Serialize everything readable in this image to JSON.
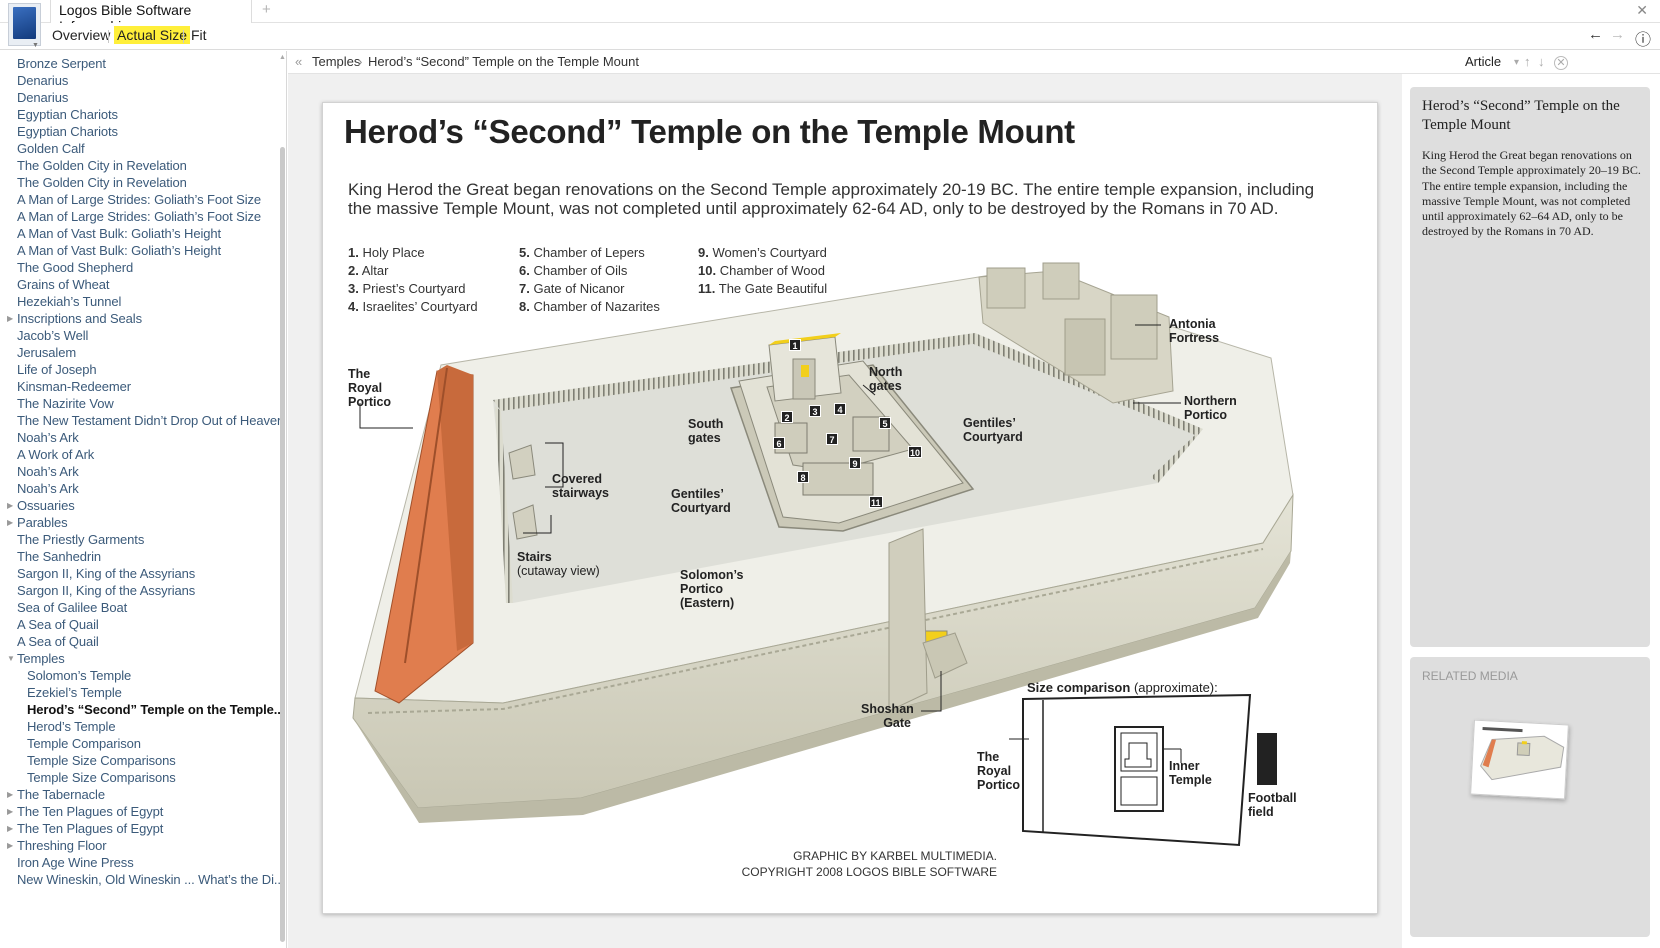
{
  "window": {
    "tab_title": "Logos Bible Software Infographics",
    "new_tab": "+",
    "close": "✕"
  },
  "menu": {
    "overview": "Overview",
    "actual_size": "Actual Size",
    "fit": "Fit",
    "back_icon": "←",
    "forward_icon": "→",
    "info_icon": "ⓘ"
  },
  "sidebar": {
    "items": [
      {
        "label": "Bronze Serpent"
      },
      {
        "label": "Denarius"
      },
      {
        "label": "Denarius"
      },
      {
        "label": "Egyptian Chariots"
      },
      {
        "label": "Egyptian Chariots"
      },
      {
        "label": "Golden Calf"
      },
      {
        "label": "The Golden City in Revelation"
      },
      {
        "label": "The Golden City in Revelation"
      },
      {
        "label": "A Man of Large Strides: Goliath’s Foot Size"
      },
      {
        "label": "A Man of Large Strides: Goliath’s Foot Size"
      },
      {
        "label": "A Man of Vast Bulk: Goliath’s Height"
      },
      {
        "label": "A Man of Vast Bulk: Goliath’s Height"
      },
      {
        "label": "The Good Shepherd"
      },
      {
        "label": "Grains of Wheat"
      },
      {
        "label": "Hezekiah’s Tunnel"
      },
      {
        "label": "Inscriptions and Seals"
      },
      {
        "label": "Jacob’s Well"
      },
      {
        "label": "Jerusalem"
      },
      {
        "label": "Life of Joseph"
      },
      {
        "label": "Kinsman-Redeemer"
      },
      {
        "label": "The Nazirite Vow"
      },
      {
        "label": "The New Testament Didn’t Drop Out of Heaven"
      },
      {
        "label": "Noah’s Ark"
      },
      {
        "label": "A Work of Ark"
      },
      {
        "label": "Noah’s Ark"
      },
      {
        "label": "Noah’s Ark"
      },
      {
        "label": "Ossuaries"
      },
      {
        "label": "Parables"
      },
      {
        "label": "The Priestly Garments"
      },
      {
        "label": "The Sanhedrin"
      },
      {
        "label": "Sargon II, King of the Assyrians"
      },
      {
        "label": "Sargon II, King of the Assyrians"
      },
      {
        "label": "Sea of Galilee Boat"
      },
      {
        "label": "A Sea of Quail"
      },
      {
        "label": "A Sea of Quail"
      },
      {
        "label": "Temples"
      },
      {
        "label": "Solomon’s Temple"
      },
      {
        "label": "Ezekiel’s Temple"
      },
      {
        "label": "Herod’s “Second” Temple on the Temple..."
      },
      {
        "label": "Herod’s Temple"
      },
      {
        "label": "Temple Comparison"
      },
      {
        "label": "Temple Size Comparisons"
      },
      {
        "label": "Temple Size Comparisons"
      },
      {
        "label": "The Tabernacle"
      },
      {
        "label": "The Ten Plagues of Egypt"
      },
      {
        "label": "The Ten Plagues of Egypt"
      },
      {
        "label": "Threshing Floor"
      },
      {
        "label": "Iron Age Wine Press"
      },
      {
        "label": "New Wineskin, Old Wineskin ... What’s the Di..."
      }
    ]
  },
  "breadcrumb": {
    "collapse_icon": "«",
    "parent": "Temples",
    "sep": "›",
    "current": "Herod’s “Second” Temple on the Temple Mount",
    "article": "Article",
    "dropdown_icon": "▾",
    "up_icon": "↑",
    "down_icon": "↓",
    "close_icon": "✕"
  },
  "infographic": {
    "title": "Herod’s “Second” Temple on the Temple Mount",
    "intro": "King Herod the Great began renovations on the Second Temple approximately 20-19 BC. The entire temple expansion, including the massive Temple Mount, was not completed until approximately 62-64 AD, only to be destroyed by the Romans in 70 AD.",
    "legend": [
      {
        "n": "1.",
        "t": "Holy Place"
      },
      {
        "n": "2.",
        "t": "Altar"
      },
      {
        "n": "3.",
        "t": "Priest’s Courtyard"
      },
      {
        "n": "4.",
        "t": "Israelites’ Courtyard"
      },
      {
        "n": "5.",
        "t": "Chamber of Lepers"
      },
      {
        "n": "6.",
        "t": "Chamber of Oils"
      },
      {
        "n": "7.",
        "t": "Gate of Nicanor"
      },
      {
        "n": "8.",
        "t": "Chamber of Nazarites"
      },
      {
        "n": "9.",
        "t": "Women’s Courtyard"
      },
      {
        "n": "10.",
        "t": "Chamber of Wood"
      },
      {
        "n": "11.",
        "t": "The Gate Beautiful"
      }
    ],
    "labels": {
      "royal_portico": "The Royal Portico",
      "covered_stairways": "Covered stairways",
      "stairs": "Stairs",
      "cutaway": "(cutaway view)",
      "south_gates": "South gates",
      "gentiles_west": "Gentiles’ Courtyard",
      "north_gates": "North gates",
      "gentiles_east": "Gentiles’ Courtyard",
      "antonia": "Antonia Fortress",
      "northern_portico": "Northern Portico",
      "solomons_portico": "Solomon’s Portico (Eastern)",
      "shoshan": "Shoshan Gate"
    },
    "numbers": [
      "1",
      "2",
      "3",
      "4",
      "5",
      "6",
      "7",
      "8",
      "9",
      "10",
      "11"
    ],
    "size_comparison": {
      "heading": "Size comparison",
      "qualifier": "(approximate):",
      "royal_portico": "The Royal Portico",
      "inner_temple": "Inner Temple",
      "football": "Football field"
    },
    "credit_line1": "GRAPHIC BY KARBEL MULTIMEDIA.",
    "credit_line2": "COPYRIGHT 2008 LOGOS BIBLE SOFTWARE"
  },
  "right_panel": {
    "title": "Herod’s “Second” Temple on the Temple Mount",
    "body": "King Herod the Great began renovations on the Second Temple approximately 20–19 BC. The entire temple expansion, including the massive Temple Mount, was not completed until approximately 62–64 AD, only to be destroyed by the Romans in 70 AD.",
    "related_media": "RELATED MEDIA"
  },
  "colors": {
    "highlight": "#ffef3a",
    "link": "#3b5a7a",
    "roof": "#e07d4e",
    "stone": "#d9d8c8",
    "gold": "#f2cf1b"
  }
}
